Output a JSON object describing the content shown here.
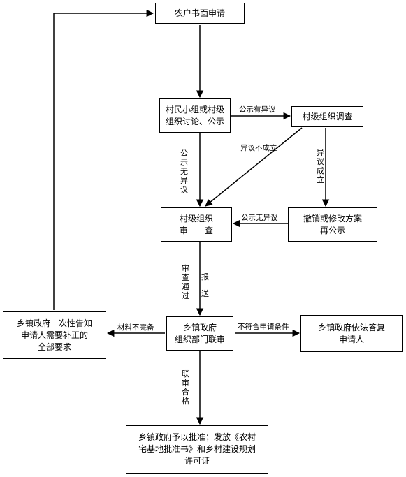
{
  "nodes": {
    "apply": {
      "lines": [
        "农户书面申请"
      ]
    },
    "discuss": {
      "lines": [
        "村民小组或村级",
        "组织讨论、公示"
      ]
    },
    "investigate": {
      "lines": [
        "村级组织调查"
      ]
    },
    "review": {
      "lines": [
        "村级组织",
        "审　　查"
      ]
    },
    "revise": {
      "lines": [
        "撤销或修改方案",
        "再公示"
      ]
    },
    "notify": {
      "lines": [
        "乡镇政府一次性告知",
        "申请人需要补正的",
        "全部要求"
      ]
    },
    "joint": {
      "lines": [
        "乡镇政府",
        "组织部门联审"
      ]
    },
    "reply": {
      "lines": [
        "乡镇政府依法答复",
        "申请人"
      ]
    },
    "approve": {
      "lines": [
        "乡镇政府予以批准；发放《农村",
        "宅基地批准书》和乡村建设规划",
        "许可证"
      ]
    }
  },
  "edges": {
    "objection_yes": "公示有异议",
    "objection_none_v": "公示无异议",
    "objection_invalid": "异议不成立",
    "objection_valid": "异议成立",
    "objection_none_h": "公示无异议",
    "review_passed": "审查通过",
    "submit": "报送",
    "incomplete": "材料不完备",
    "not_qualified": "不符合申请条件",
    "joint_passed": "联审合格"
  }
}
